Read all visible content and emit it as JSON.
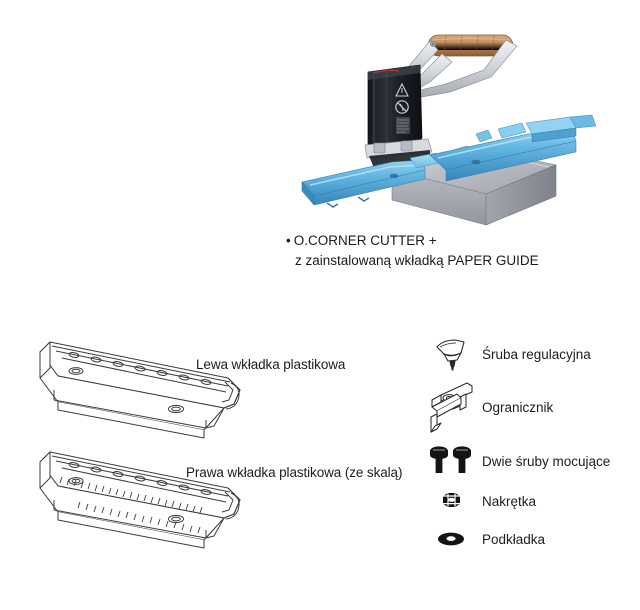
{
  "page": {
    "background_color": "#ffffff",
    "text_color": "#1d1d1d"
  },
  "hero": {
    "image_name": "corner-cutter-machine-photo",
    "caption_line_1_bullet": "•",
    "caption_line_1": "O.CORNER CUTTER +",
    "caption_line_2": "z zainstalowaną wkładką PAPER GUIDE",
    "colors": {
      "guide_rail_blue": "#5cb0e0",
      "guide_rail_blue_dark": "#3d8fc4",
      "guide_rail_blue_light": "#8fd0ee",
      "base_grey": "#a8aab0",
      "base_grey_dark": "#8b8e95",
      "base_grey_light": "#c8cace",
      "cutter_head_black": "#22252c",
      "wood_handle_brown": "#b98a5a",
      "wood_handle_dark": "#8c6238",
      "metal_lever": "#c9ccd2"
    }
  },
  "inserts": [
    {
      "id": "left-insert",
      "drawing_name": "left-plastic-insert-line-drawing",
      "label": "Lewa wkładka plastikowa",
      "has_scale": false
    },
    {
      "id": "right-insert",
      "drawing_name": "right-plastic-insert-line-drawing",
      "label": "Prawa wkładka plastikowa (ze skalą)",
      "has_scale": true
    }
  ],
  "parts": [
    {
      "icon": "wing-screw-icon",
      "label": "Śruba regulacyjna"
    },
    {
      "icon": "stopper-bracket-icon",
      "label": "Ogranicznik"
    },
    {
      "icon": "two-bolts-icon",
      "label": "Dwie śruby mocujące"
    },
    {
      "icon": "hex-nut-icon",
      "label": "Nakrętka"
    },
    {
      "icon": "washer-icon",
      "label": "Podkładka"
    }
  ],
  "line_art": {
    "stroke_color": "#3a3a3a",
    "fill_color": "#ffffff",
    "icon_fill_dark": "#1a1a1a"
  }
}
